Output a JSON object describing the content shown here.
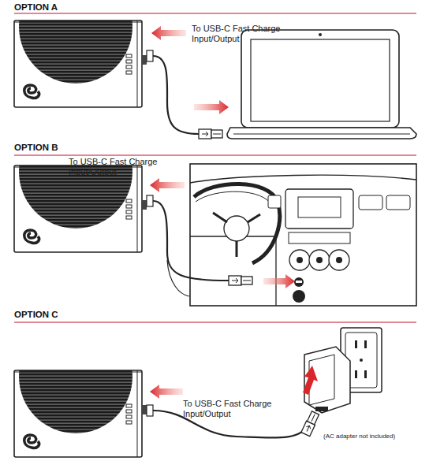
{
  "diagram": {
    "labels": [
      "OPTION A",
      "To USB-C Fast Charge Input/Output",
      "OPTION B",
      "To USB-C Fast Charge Input/Output",
      "OPTION C",
      "To USB-C Fast Charge Input/Output",
      "(AC adapter not included)"
    ]
  }
}
